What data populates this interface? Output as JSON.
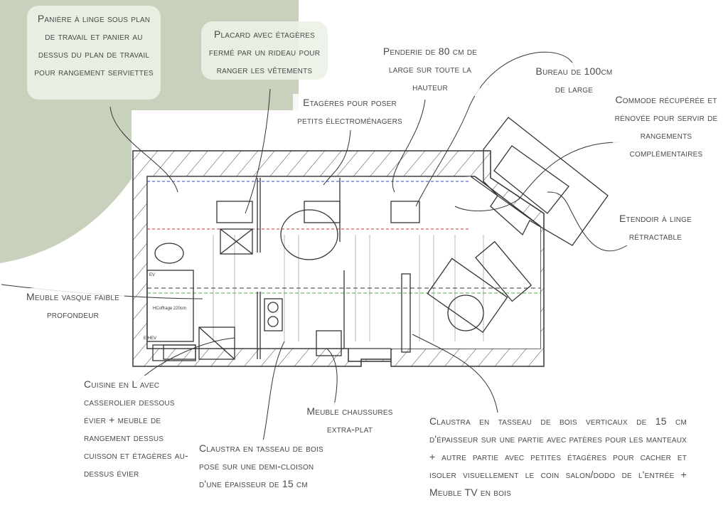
{
  "colors": {
    "background_accent": "#c8d1bb",
    "label_box": "#ecf1e6",
    "text": "#4a4a4a",
    "plan_line": "#333333",
    "dashed_blue": "#3344cc",
    "dashed_red": "#dd3333",
    "dashed_green": "#33bb33"
  },
  "labels": {
    "paniere": "Panière à linge sous plan de travail et panier au dessus du plan de travail pour rangement serviettes",
    "placard": "Placard avec étagères fermé par un rideau pour ranger les vêtements",
    "penderie": "Penderie de 80 cm de large sur toute la hauteur",
    "bureau": "Bureau de 100cm de large",
    "etageres": "Etagères pour poser petits électroménagers",
    "commode": "Commode récupérée et rénovée pour servir de rangements complémentaires",
    "etendoir": "Etendoir à linge rétractable",
    "vasque": "Meuble vasque faible profondeur",
    "cuisine": "Cuisine en L avec casserolier dessous évier + meuble de rangement dessus cuisson et étagères au-dessus évier",
    "claustra_demi": "Claustra en tasseau de bois posé sur une demi-cloison d'une épaisseur de 15 cm",
    "chaussures": "Meuble chaussures extra-plat",
    "claustra_grand": "Claustra en tasseau de bois verticaux de 15 cm d'épaisseur sur une partie avec patères pour les manteaux + autre partie avec petites étagères pour cacher et isoler visuellement le coin salon/dodo de l'entrée + Meuble TV en bois"
  },
  "plan_marks": {
    "coffrage": "HCoffrage 220cm",
    "ev": "EV",
    "ehev": "E.HEV"
  }
}
